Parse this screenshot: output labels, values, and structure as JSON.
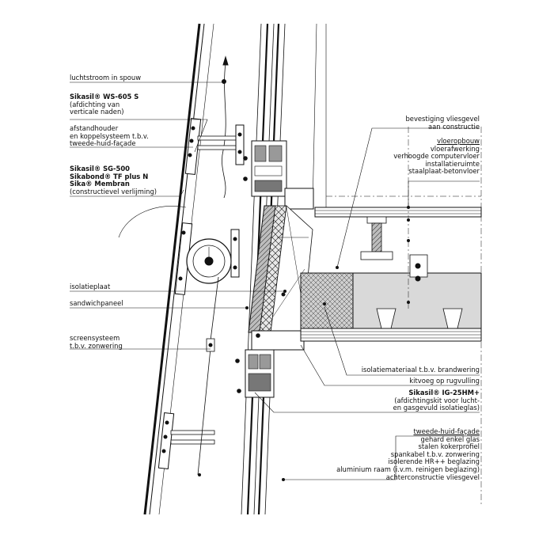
{
  "left_labels": {
    "luchtstroom": "luchtstroom in spouw",
    "sikasil_ws": "Sikasil® WS-605 S",
    "sikasil_ws_note1": "(afdichting van",
    "sikasil_ws_note2": "verticale naden)",
    "afstandhouder1": "afstandhouder",
    "afstandhouder2": "en koppelsysteem t.b.v.",
    "afstandhouder3": "tweede-huid-façade",
    "sg500": "Sikasil® SG-500",
    "sikabond": "Sikabond® TF plus N",
    "membran": "Sika® Membran",
    "constructievel": "(constructievel verlijming)",
    "isolatieplaat": "isolatieplaat",
    "sandwichpaneel": "sandwichpaneel",
    "screen1": "screensysteem",
    "screen2": "t.b.v. zonwering"
  },
  "right_labels": {
    "bevestiging1": "bevestiging vliesgevel",
    "bevestiging2": "aan constructie",
    "vloeropbouw": "vloeropbouw",
    "vloerafwerking": "vloerafwerking",
    "computervloer": "verhoogde computervloer",
    "installatieruimte": "installatieruimte",
    "staalplaat": "staalplaat-betonvloer",
    "brandwering": "isolatiemateriaal t.b.v. brandwering",
    "kitvoeg": "kitvoeg op rugvulling",
    "ig25": "Sikasil® IG-25HM+",
    "ig25_note1": "(afdichtingskit voor lucht-",
    "ig25_note2": "en gasgevuld isolatieglas)",
    "tweede_huid": "tweede-huid-façade",
    "glas": "gehard enkel glas",
    "kokerprofiel": "stalen kokerprofiel",
    "spankabel": "spankabel t.b.v. zonwering",
    "hr_glazing": "isolerende HR++ beglazing",
    "aluminium": "aluminium raam (i.v.m. reinigen beglazing)",
    "achterconstructie": "achterconstructie vliesgevel"
  },
  "colors": {
    "ink": "#111111",
    "concrete": "#d9d9d9",
    "insulation": "#bdbdbd",
    "glass": "#f2f2f2"
  }
}
